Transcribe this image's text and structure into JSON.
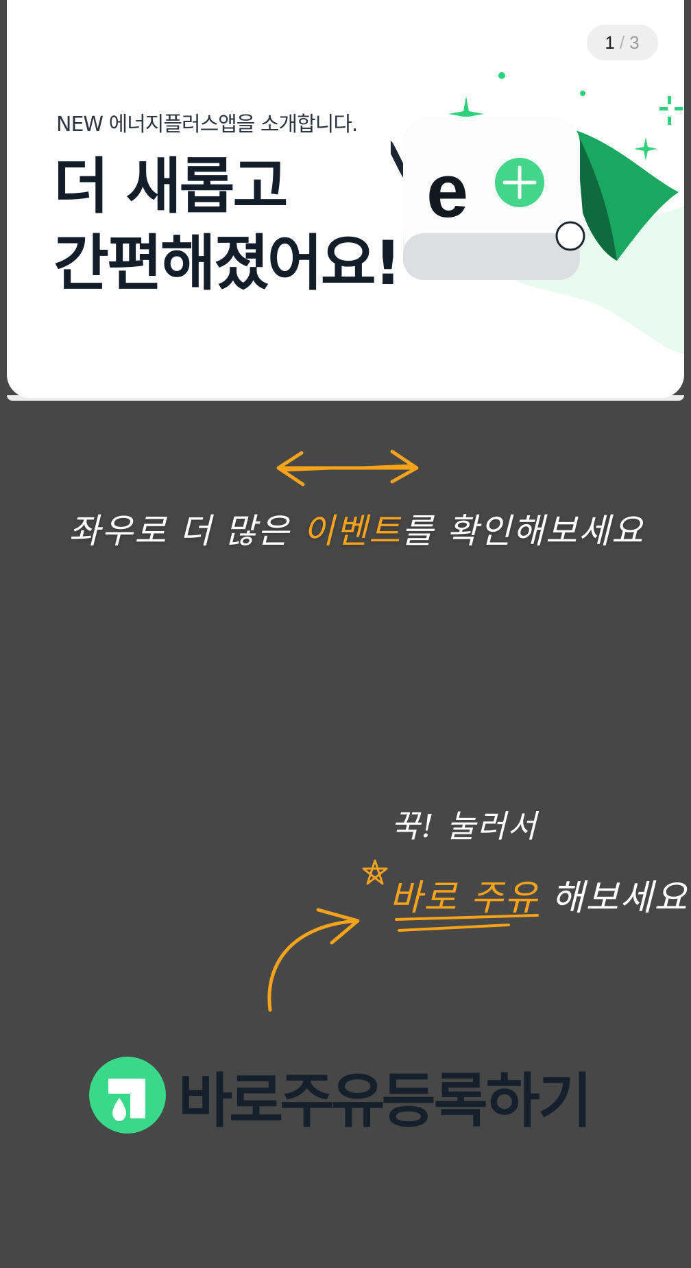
{
  "banner": {
    "page_current": "1",
    "page_separator": "/",
    "page_total": "3",
    "eyebrow": "NEW 에너지플러스앱을 소개합니다.",
    "title_line1": "더 새롭고",
    "title_line2": "간편해졌어요!",
    "mascot_icon": "e-plus-mascot-icon",
    "mascot_letter": "e"
  },
  "hints": {
    "swipe_before": "좌우로 더 많은 ",
    "swipe_accent": "이벤트",
    "swipe_after": "를 확인해보세요",
    "tap_line1": "꾹! 눌러서",
    "tap_accent": "바로 주유",
    "tap_after": " 해보세요"
  },
  "cta": {
    "brand": "바로주유",
    "label": "등록하기",
    "logo_icon": "fuel-drop-logo-icon"
  },
  "colors": {
    "accent_orange": "#f7a31a",
    "brand_green": "#3ad98a",
    "title_navy": "#131d29",
    "overlay": "rgba(0,0,0,0.72)"
  }
}
